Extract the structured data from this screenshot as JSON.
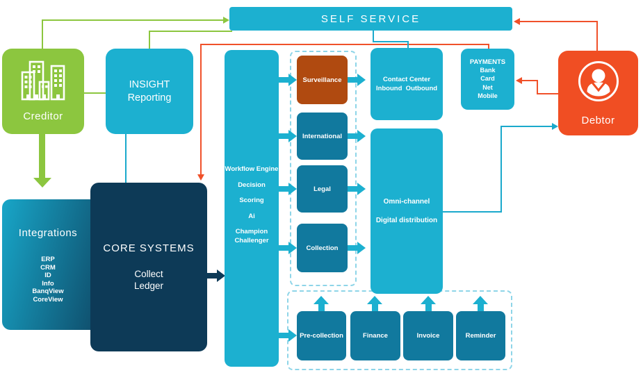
{
  "colors": {
    "cyan": "#1cb0d0",
    "dark_teal": "#11799e",
    "navy": "#0d3a57",
    "green": "#8cc63f",
    "orange": "#f04e23",
    "rust": "#b04a10",
    "red_line": "#f0512a",
    "teal_line": "#1aa9cc",
    "dashed_border": "#8ed5e8"
  },
  "nodes": {
    "self_service": {
      "label": "SELF SERVICE"
    },
    "creditor": {
      "label": "Creditor",
      "icon": "buildings-icon"
    },
    "insight": {
      "lines": [
        "INSIGHT",
        "Reporting"
      ]
    },
    "integrations": {
      "title": "Integrations",
      "items": [
        "ERP",
        "CRM",
        "ID",
        "Info",
        "BanqView",
        "CoreView"
      ]
    },
    "core_systems": {
      "title": "CORE SYSTEMS",
      "lines": [
        "Collect",
        "Ledger"
      ]
    },
    "workflow": {
      "items": [
        "Workflow Engine",
        "Decision",
        "Scoring",
        "Ai",
        "Champion Challenger"
      ]
    },
    "stages": {
      "items": [
        "Surveillance",
        "International",
        "Legal",
        "Collection"
      ]
    },
    "contact_center": {
      "lines": [
        "Contact Center",
        "Inbound  Outbound"
      ]
    },
    "payments": {
      "title": "PAYMENTS",
      "items": [
        "Bank",
        "Card",
        "Net",
        "Mobile"
      ]
    },
    "omni": {
      "lines": [
        "Omni-channel",
        "Digital distribution"
      ]
    },
    "debtor": {
      "label": "Debtor",
      "icon": "person-icon"
    },
    "financial": {
      "items": [
        "Pre-collection",
        "Finance",
        "Invoice",
        "Reminder"
      ]
    }
  }
}
